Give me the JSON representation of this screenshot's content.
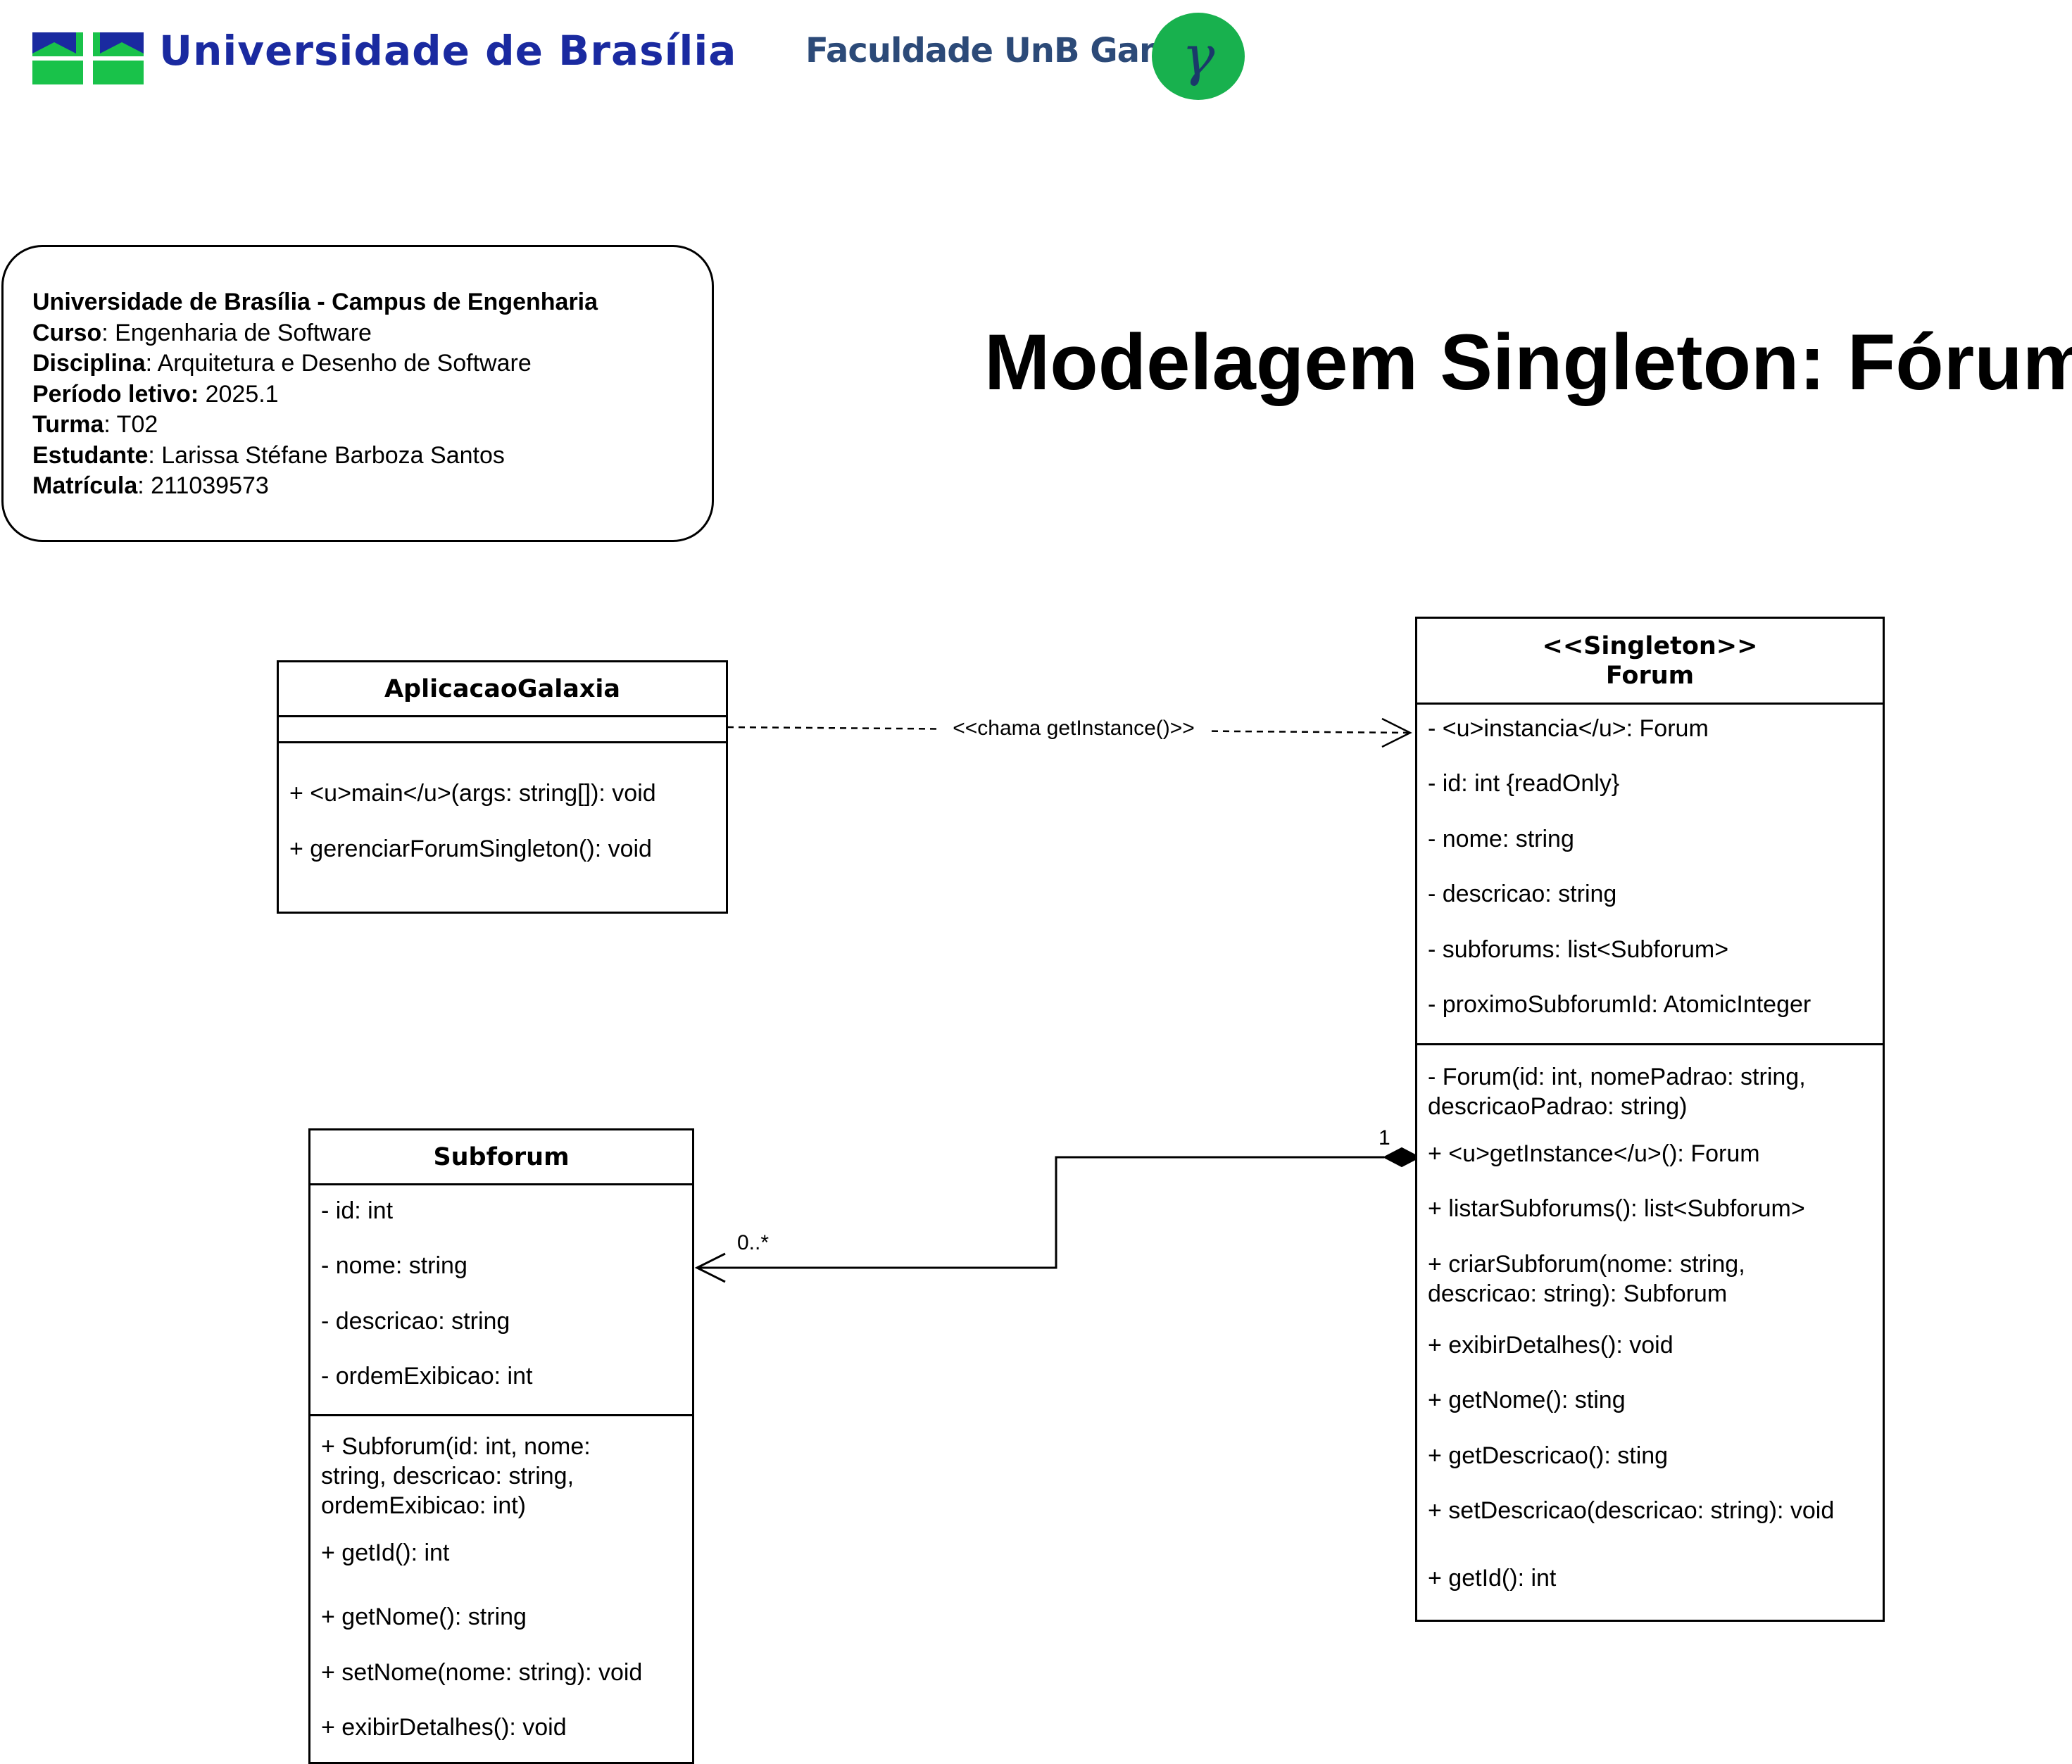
{
  "header": {
    "unb_name": "Universidade de Brasília",
    "fga_name": "Faculdade UnB Gama",
    "fga_symbol": "γ",
    "colors": {
      "unb_blue": "#1a2aa0",
      "unb_green": "#19c24a",
      "fga_green": "#18b14e",
      "fga_text": "#2c4a78"
    }
  },
  "info": [
    {
      "label": "Universidade de Brasília - Campus de Engenharia",
      "value": ""
    },
    {
      "label": "Curso",
      "value": ": Engenharia de Software"
    },
    {
      "label": "Disciplina",
      "value": ": Arquitetura e Desenho de Software"
    },
    {
      "label": "Período letivo:",
      "value": " 2025.1"
    },
    {
      "label": "Turma",
      "value": ": T02"
    },
    {
      "label": "Estudante",
      "value": ": Larissa Stéfane Barboza Santos"
    },
    {
      "label": "Matrícula",
      "value": ": 211039573"
    }
  ],
  "title": "Modelagem Singleton: Fórum",
  "classes": {
    "aplicacao": {
      "name": "AplicacaoGalaxia",
      "methods": [
        "+ <u>main</u>(args: string[]): void",
        "+ gerenciarForumSingleton(): void"
      ]
    },
    "forum": {
      "stereotype": "<<Singleton>>",
      "name": "Forum",
      "attributes": [
        "- <u>instancia</u>: Forum",
        "- id: int {readOnly}",
        "- nome: string",
        "- descricao: string",
        "- subforums: list<Subforum>",
        "- proximoSubforumId: AtomicInteger"
      ],
      "methods": [
        "- Forum(id: int, nomePadrao: string, descricaoPadrao: string)",
        "+ <u>getInstance</u>(): Forum",
        "+ listarSubforums(): list<Subforum>",
        "+ criarSubforum(nome: string, descricao: string): Subforum",
        "+ exibirDetalhes(): void",
        "+ getNome(): sting",
        "+ getDescricao(): sting",
        "+ setDescricao(descricao: string): void",
        "+ getId(): int"
      ]
    },
    "subforum": {
      "name": "Subforum",
      "attributes": [
        "- id: int",
        "- nome: string",
        "- descricao: string",
        "- ordemExibicao: int"
      ],
      "methods": [
        "+ Subforum(id: int, nome: string, descricao: string, ordemExibicao: int)",
        "+ getId(): int",
        "+ getNome(): string",
        "+ setNome(nome: string): void",
        "+ exibirDetalhes(): void"
      ]
    }
  },
  "relations": {
    "dependency_label": "<<chama getInstance()>>",
    "composition_forum_mult": "1",
    "composition_subforum_mult": "0..*"
  }
}
